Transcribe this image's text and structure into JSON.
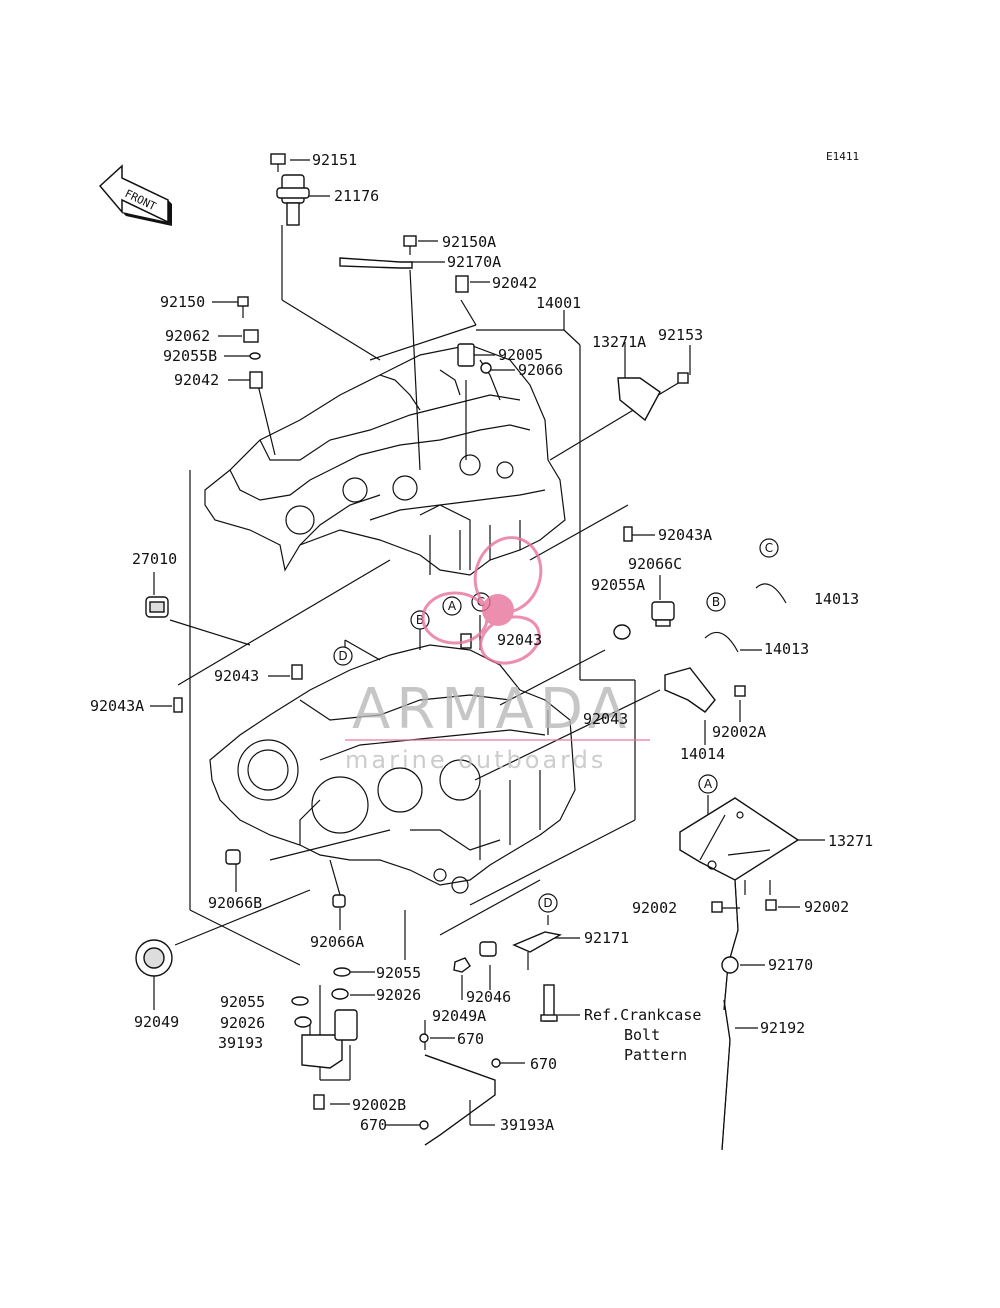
{
  "diagram": {
    "code": "E1411",
    "front_label": "FRONT",
    "ref_note": [
      "Ref.Crankcase",
      "Bolt",
      "Pattern"
    ],
    "callout_letters": [
      "A",
      "B",
      "C",
      "D"
    ],
    "parts": [
      {
        "id": "92151",
        "label": "92151"
      },
      {
        "id": "21176",
        "label": "21176"
      },
      {
        "id": "92150A",
        "label": "92150A"
      },
      {
        "id": "92170A",
        "label": "92170A"
      },
      {
        "id": "92042a",
        "label": "92042"
      },
      {
        "id": "14001",
        "label": "14001"
      },
      {
        "id": "92150",
        "label": "92150"
      },
      {
        "id": "92062",
        "label": "92062"
      },
      {
        "id": "92055B",
        "label": "92055B"
      },
      {
        "id": "92042b",
        "label": "92042"
      },
      {
        "id": "92005",
        "label": "92005"
      },
      {
        "id": "92066",
        "label": "92066"
      },
      {
        "id": "13271A",
        "label": "13271A"
      },
      {
        "id": "92153",
        "label": "92153"
      },
      {
        "id": "92043Aa",
        "label": "92043A"
      },
      {
        "id": "92066C",
        "label": "92066C"
      },
      {
        "id": "92055A",
        "label": "92055A"
      },
      {
        "id": "27010",
        "label": "27010"
      },
      {
        "id": "14013a",
        "label": "14013"
      },
      {
        "id": "14013b",
        "label": "14013"
      },
      {
        "id": "92043a",
        "label": "92043"
      },
      {
        "id": "92043b",
        "label": "92043"
      },
      {
        "id": "92043Ab",
        "label": "92043A"
      },
      {
        "id": "92043c",
        "label": "92043"
      },
      {
        "id": "92002A",
        "label": "92002A"
      },
      {
        "id": "14014",
        "label": "14014"
      },
      {
        "id": "13271",
        "label": "13271"
      },
      {
        "id": "92066B",
        "label": "92066B"
      },
      {
        "id": "92002a",
        "label": "92002"
      },
      {
        "id": "92002b",
        "label": "92002"
      },
      {
        "id": "92066A",
        "label": "92066A"
      },
      {
        "id": "92171",
        "label": "92171"
      },
      {
        "id": "92049",
        "label": "92049"
      },
      {
        "id": "92055a",
        "label": "92055"
      },
      {
        "id": "92170",
        "label": "92170"
      },
      {
        "id": "92055b",
        "label": "92055"
      },
      {
        "id": "92026a",
        "label": "92026"
      },
      {
        "id": "92046",
        "label": "92046"
      },
      {
        "id": "92026b",
        "label": "92026"
      },
      {
        "id": "92049A",
        "label": "92049A"
      },
      {
        "id": "92192",
        "label": "92192"
      },
      {
        "id": "39193",
        "label": "39193"
      },
      {
        "id": "670a",
        "label": "670"
      },
      {
        "id": "670b",
        "label": "670"
      },
      {
        "id": "92002B",
        "label": "92002B"
      },
      {
        "id": "670c",
        "label": "670"
      },
      {
        "id": "39193A",
        "label": "39193A"
      }
    ]
  },
  "watermark": {
    "brand": "ARMADA",
    "tagline": "marine outboards",
    "colors": {
      "pink": "#e8749a",
      "grey": "#b8b8b8"
    }
  }
}
